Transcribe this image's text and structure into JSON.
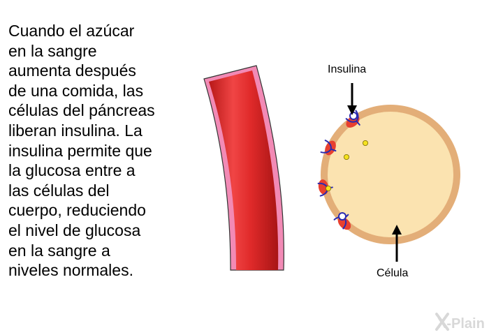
{
  "body_text": {
    "lines": [
      "Cuando el azúcar",
      "en la sangre",
      "aumenta después",
      "de una comida, las",
      "células del páncreas",
      "liberan insulina.  La",
      "insulina permite que",
      "la glucosa entre a",
      "las células del",
      "cuerpo, reduciendo",
      "el nivel de glucosa",
      "en la sangre a",
      "niveles normales."
    ]
  },
  "diagram": {
    "label_insulin": "Insulina",
    "label_cell": "Célula"
  },
  "logo": {
    "text": "X-Plain"
  },
  "colors": {
    "vessel_red": "#e02a2a",
    "vessel_wall": "#f28ab5",
    "cell_membrane": "#e3ae78",
    "cell_interior": "#fbe3b0",
    "receptor": "#2a2ab0",
    "receptor_site": "#e8402f",
    "glucose": "#f5e21f"
  }
}
